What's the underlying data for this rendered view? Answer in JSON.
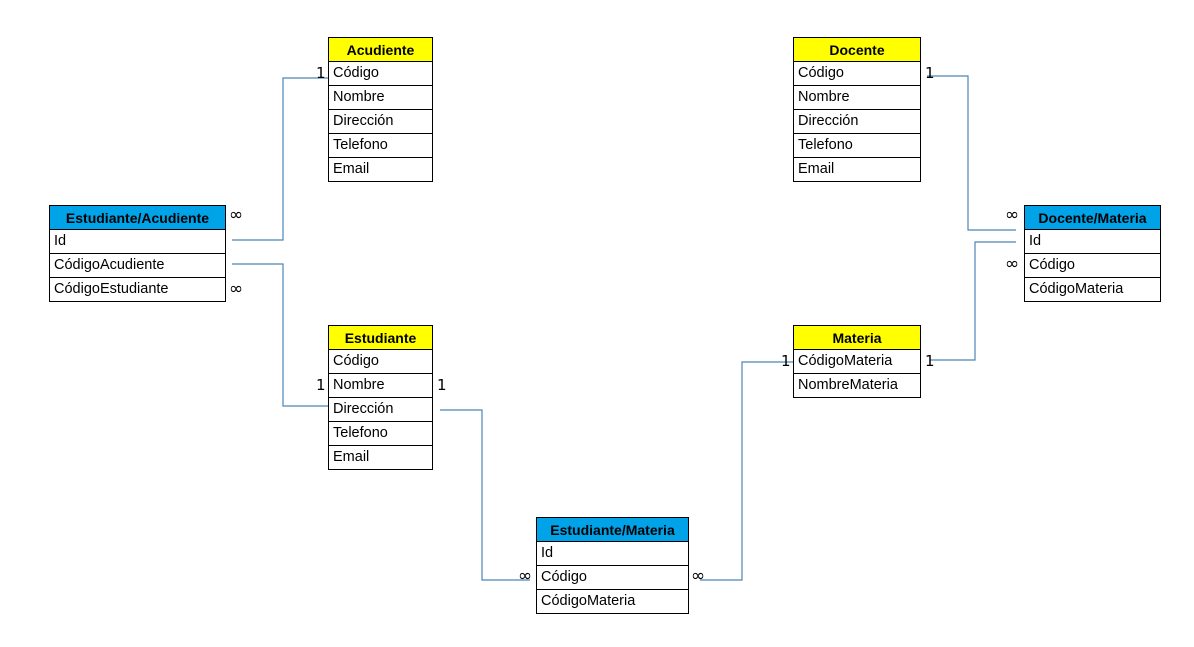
{
  "entities": {
    "acudiente": {
      "title": "Acudiente",
      "fields": [
        "Código",
        "Nombre",
        "Dirección",
        "Telefono",
        "Email"
      ]
    },
    "docente": {
      "title": "Docente",
      "fields": [
        "Código",
        "Nombre",
        "Dirección",
        "Telefono",
        "Email"
      ]
    },
    "estudiante_acudiente": {
      "title": "Estudiante/Acudiente",
      "fields": [
        "Id",
        "CódigoAcudiente",
        "CódigoEstudiante"
      ]
    },
    "docente_materia": {
      "title": "Docente/Materia",
      "fields": [
        "Id",
        "Código",
        "CódigoMateria"
      ]
    },
    "estudiante": {
      "title": "Estudiante",
      "fields": [
        "Código",
        "Nombre",
        "Dirección",
        "Telefono",
        "Email"
      ]
    },
    "materia": {
      "title": "Materia",
      "fields": [
        "CódigoMateria",
        "NombreMateria"
      ]
    },
    "estudiante_materia": {
      "title": "Estudiante/Materia",
      "fields": [
        "Id",
        "Código",
        "CódigoMateria"
      ]
    }
  },
  "cardinality": {
    "one": "1",
    "many": "∞"
  },
  "colors": {
    "entity_header": "#ffff00",
    "junction_header": "#00a2e8",
    "connector": "#4a86b8"
  }
}
